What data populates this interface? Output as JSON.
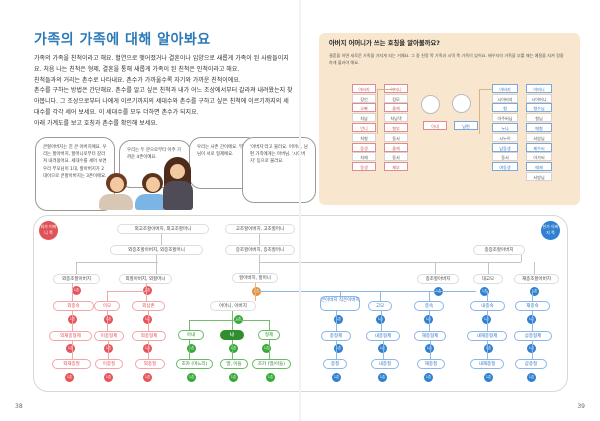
{
  "left": {
    "title": "가족의 가족에 대해 알아봐요",
    "paragraphs": [
      "가족의 가족을 친척이라고 해요. 혈연으로 맺어졌거나 결혼이나 입양으로 새롭게 가족이 된 사람들이지요. 처음 나는 친척은 형제, 결혼을 통해 새롭게 가족이 된 친척은 인척이라고 해요.",
      "친척들과의 거리는 촌수로 나타내요. 촌수가 가까울수록 자기와 가까운 친척이에요.",
      "촌수를 구하는 방법은 간단해요. 촌수를 알고 싶은 친척과 내가 어느 조상에서부터 갈라져 내려왔는지 찾아봅니다. 그 조상으로부터 나에게 이르기까지의 세대수와 촌수를 구하고 싶은 친척에 이르기까지의 세대수를 각각 세어 보세요. 이 세대수를 모두 더하면 촌수가 되지요.",
      "아래 가계도를 보고 호칭과 촌수를 확인해 보세요."
    ],
    "bubbles": [
      "큰할아버지는 친 큰 아버지예요. 우리는 할아버지, 할머니로부터 갈라져 내려왔어요. 세대수를 세어 보면 우리 부모님이 1대, 할아버지가 2대이므로 큰할아버지는 3촌이에요.",
      "우리는 두 분으로부터 아주 가까운 4촌이예요.",
      "우리는 사촌 간이에요. 부모님이 서로 형제예요.",
      "'아버지'라고 불러요. 어머니, 남편 가족에게는 아버님. '시아버지' 등으로 불러요."
    ]
  },
  "right": {
    "title": "아버지 어머니가 쓰는 호칭을 알아볼까요?",
    "paragraph": "결혼을 하면 새로운 가족을 가지게 되는 거예요. 그 중 친정 쪽 가족과 시댁 쪽 가족이 있어요. 배우자의 가족을 부를 때는 예절을 지켜 정중하게 불러야 해요.",
    "left_family": [
      "아버지",
      "어머니",
      "오빠",
      "올케",
      "언니",
      "형부",
      "동생",
      "올케",
      "동생",
      "제부"
    ],
    "left_small": [
      "장인",
      "장모",
      "처남",
      "처남댁",
      "처형",
      "동서",
      "처제",
      "동서"
    ],
    "center_labels": [
      "아내",
      "남편"
    ],
    "right_family": [
      "아버지",
      "어머니",
      "형",
      "형수님",
      "누나",
      "매형",
      "남동생",
      "제수씨",
      "여동생",
      "매제"
    ],
    "right_small": [
      "시아버지",
      "시어머니",
      "아주버님",
      "형님",
      "시누이",
      "서방님",
      "동서",
      "아가씨",
      "서방님"
    ]
  },
  "tree": {
    "left_side": "외가\n어머니 쪽",
    "right_side": "친가\n아버지 쪽",
    "top": {
      "left": "외고조할아버지, 외고조할머니",
      "center": "고조할아버지, 고조할머니"
    },
    "row1": {
      "left": "외증조할아버지, 외증조할머니",
      "center": "증조할아버지, 증조할머니",
      "right": "종증조할아버지"
    },
    "row2": {
      "left1": "외종조할아버지",
      "left2": "외할아버지, 외할머니",
      "center": "할아버지, 할머니",
      "right1": "종조할아버지",
      "right2": "대고모",
      "right3": "재종조할아버지"
    },
    "row3": {
      "left1": "외종숙",
      "left2": "이모",
      "left3": "외삼촌",
      "center": "어머니, 아버지",
      "right1": "큰아버지\n작은아버지",
      "right2": "고모",
      "right3": "종숙",
      "right4": "내종숙",
      "right5": "재종숙"
    },
    "row4": {
      "left1": "외재종형제",
      "left2": "이종형제",
      "left3": "외종형제",
      "center1": "아내",
      "center2": "나",
      "center3": "형제",
      "right1": "종형제",
      "right2": "내종형제",
      "right3": "재종형제",
      "right4": "내재종형제",
      "right5": "삼종형제"
    },
    "row5": {
      "left1": "외재종질",
      "left2": "이종질",
      "left3": "외종질",
      "center1": "조카 (며느리)",
      "center2": "딸, 아들",
      "center3": "조카 (딸/아들)",
      "right1": "종질",
      "right2": "내종질",
      "right3": "재종질",
      "right4": "내재종질",
      "right5": "삼종질"
    },
    "chips": {
      "red": "1촌",
      "blue": "1촌",
      "orange": "2촌",
      "green": "1촌"
    }
  },
  "page_numbers": [
    "38",
    "39"
  ]
}
